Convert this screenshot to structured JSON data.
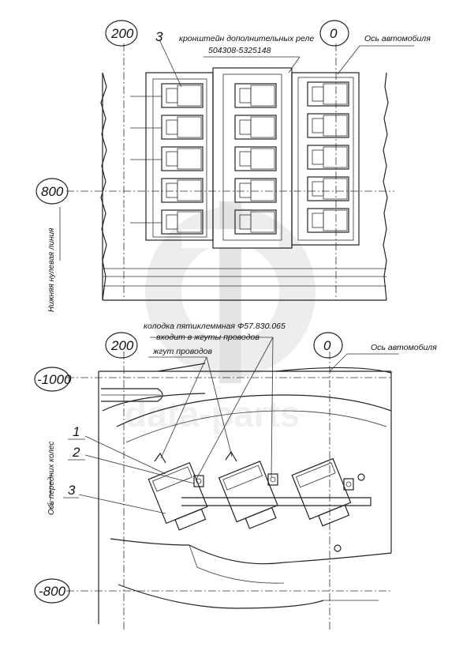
{
  "top_view": {
    "dim_200": "200",
    "dim_0": "0",
    "dim_800": "800",
    "callout_3": "3",
    "bracket_label_1": "кронштейн дополнительных реле",
    "bracket_label_2": "504308-5325148",
    "axis_label": "Ось автомобиля",
    "vertical_label": "Нижняя нулевая линия"
  },
  "bottom_view": {
    "dim_200": "200",
    "dim_0": "0",
    "dim_minus_1000": "-1000",
    "dim_minus_800": "-800",
    "connector_label_1": "колодка пятиклеммная Ф57.830.065",
    "connector_label_2": "входит в жгуты проводов",
    "harness_label": "жгут проводов",
    "axis_label": "Ось автомобиля",
    "vertical_label": "Ось передних колес",
    "callout_1": "1",
    "callout_2": "2",
    "callout_3": "3"
  },
  "watermark": {
    "text": "data-parts",
    "color": "#c9c9c9"
  }
}
